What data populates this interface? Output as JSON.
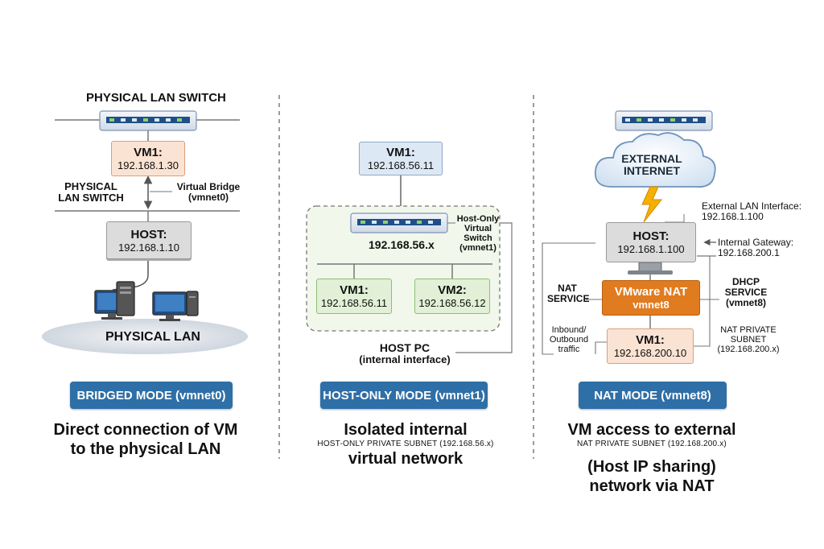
{
  "bridged": {
    "switch_label": "PHYSICAL LAN SWITCH",
    "vm_title": "VM1:",
    "vm_ip": "192.168.1.30",
    "left_label_line1": "PHYSICAL",
    "left_label_line2": "LAN SWITCH",
    "bridge_label_line1": "Virtual Bridge",
    "bridge_label_line2": "(vmnet0)",
    "host_title": "HOST:",
    "host_ip": "192.168.1.10",
    "lan_label": "PHYSICAL LAN",
    "mode": "BRIDGED MODE (vmnet0)",
    "caption_line1": "Direct connection of VM",
    "caption_line2": "to the physical LAN"
  },
  "hostonly": {
    "vm_title": "VM1:",
    "vm_ip": "192.168.56.11",
    "subnet": "192.168.56.x",
    "switch_line1": "Host-Only",
    "switch_line2": "Virtual",
    "switch_line3": "Switch",
    "switch_line4": "(vmnet1)",
    "vm1_title": "VM1:",
    "vm1_ip": "192.168.56.11",
    "vm2_title": "VM2:",
    "vm2_ip": "192.168.56.12",
    "hostpc_line1": "HOST PC",
    "hostpc_line2": "(internal interface)",
    "mode": "HOST-ONLY MODE (vmnet1)",
    "caption_line1": "Isolated internal",
    "caption_small": "HOST-ONLY PRIVATE SUBNET (192.168.56.x)",
    "caption_line2": "virtual network"
  },
  "nat": {
    "cloud_line1": "EXTERNAL",
    "cloud_line2": "INTERNET",
    "ext_if_line1": "External LAN Interface:",
    "ext_if_line2": "192.168.1.100",
    "host_title": "HOST:",
    "host_ip": "192.168.1.100",
    "gw_line1": "Internal Gateway:",
    "gw_line2": "192.168.200.1",
    "nat_service_line1": "NAT",
    "nat_service_line2": "SERVICE",
    "nat_title": "VMware NAT",
    "nat_sub": "vmnet8",
    "dhcp_line1": "DHCP",
    "dhcp_line2": "SERVICE",
    "dhcp_line3": "(vmnet8)",
    "traffic_line1": "Inbound/",
    "traffic_line2": "Outbound",
    "traffic_line3": "traffic",
    "vm_title": "VM1:",
    "vm_ip": "192.168.200.10",
    "private_line1": "NAT PRIVATE",
    "private_line2": "SUBNET",
    "private_line3": "(192.168.200.x)",
    "mode": "NAT MODE (vmnet8)",
    "caption_line1": "VM access to external",
    "caption_small": "NAT PRIVATE SUBNET (192.168.200.x)",
    "caption_line2": "(Host IP sharing)",
    "caption_line3": "network via NAT"
  },
  "colors": {
    "badge": "#2f6fa7",
    "vm_bridged": "#fbe3d3",
    "vm_hostonly": "#dce8f4",
    "vm_green": "#e1f0d6",
    "host_gray": "#dcdcdc",
    "nat_orange": "#e07b1f",
    "vm_nat": "#fbe3d3"
  }
}
